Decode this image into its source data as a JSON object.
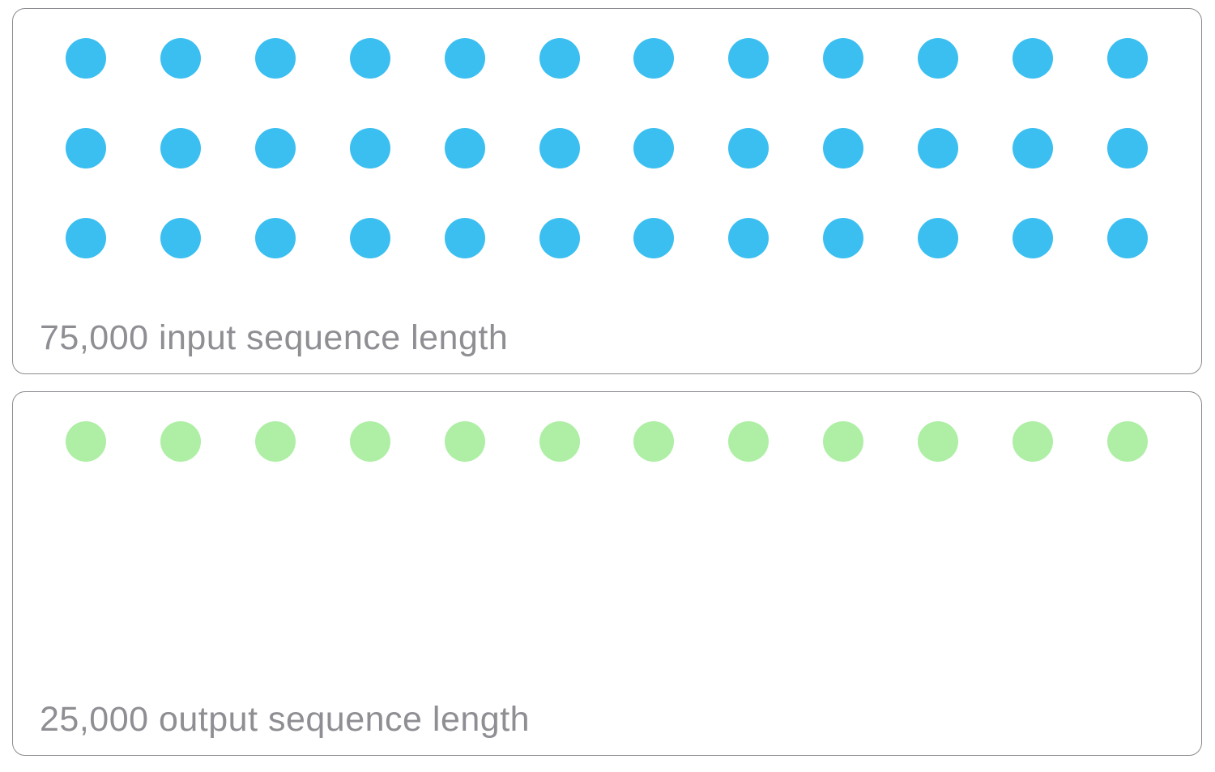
{
  "panels": {
    "input": {
      "label": "75,000 input sequence length",
      "rows": 3,
      "cols": 12,
      "dot_count": 36,
      "dot_color": "#3bbff1"
    },
    "output": {
      "label": "25,000 output sequence length",
      "rows": 1,
      "cols": 12,
      "dot_count": 12,
      "dot_color": "#aeefa5"
    }
  },
  "colors": {
    "background": "#ffffff",
    "panel_border": "#8b8b90",
    "label_text": "#8e8e93"
  }
}
